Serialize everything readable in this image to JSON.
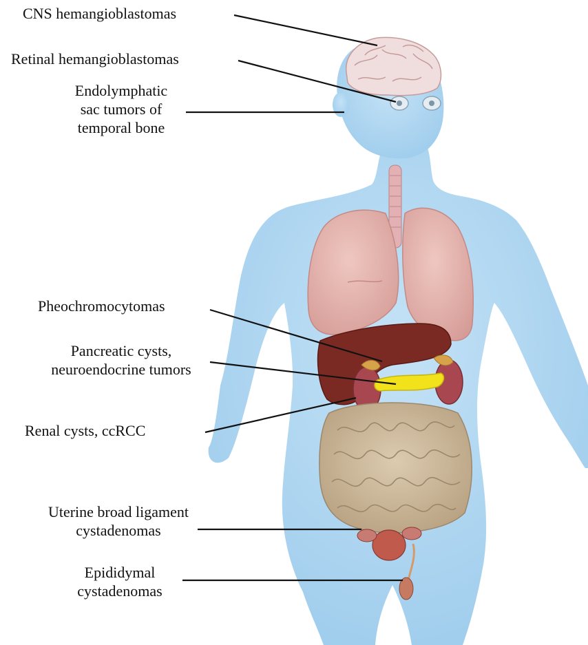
{
  "labels": {
    "cns": "CNS hemangioblastomas",
    "retinal": "Retinal hemangioblastomas",
    "endolymphatic": [
      "Endolymphatic",
      "sac tumors of",
      "temporal bone"
    ],
    "pheo": "Pheochromocytomas",
    "pancreatic": [
      "Pancreatic cysts,",
      "neuroendocrine tumors"
    ],
    "renal": "Renal cysts, ccRCC",
    "uterine": [
      "Uterine broad ligament",
      "cystadenomas"
    ],
    "epididymal": [
      "Epididymal",
      "cystadenomas"
    ]
  },
  "colors": {
    "body": "#a9d2ef",
    "lungs": "#e3b1ab",
    "liver": "#7a2a22",
    "pancreas": "#f2e21c",
    "kidneys": "#a8474f",
    "intestines": "#cbb89a",
    "brain": "#f0dede",
    "trachea": "#e3b0b4",
    "leader_line": "#111111"
  }
}
